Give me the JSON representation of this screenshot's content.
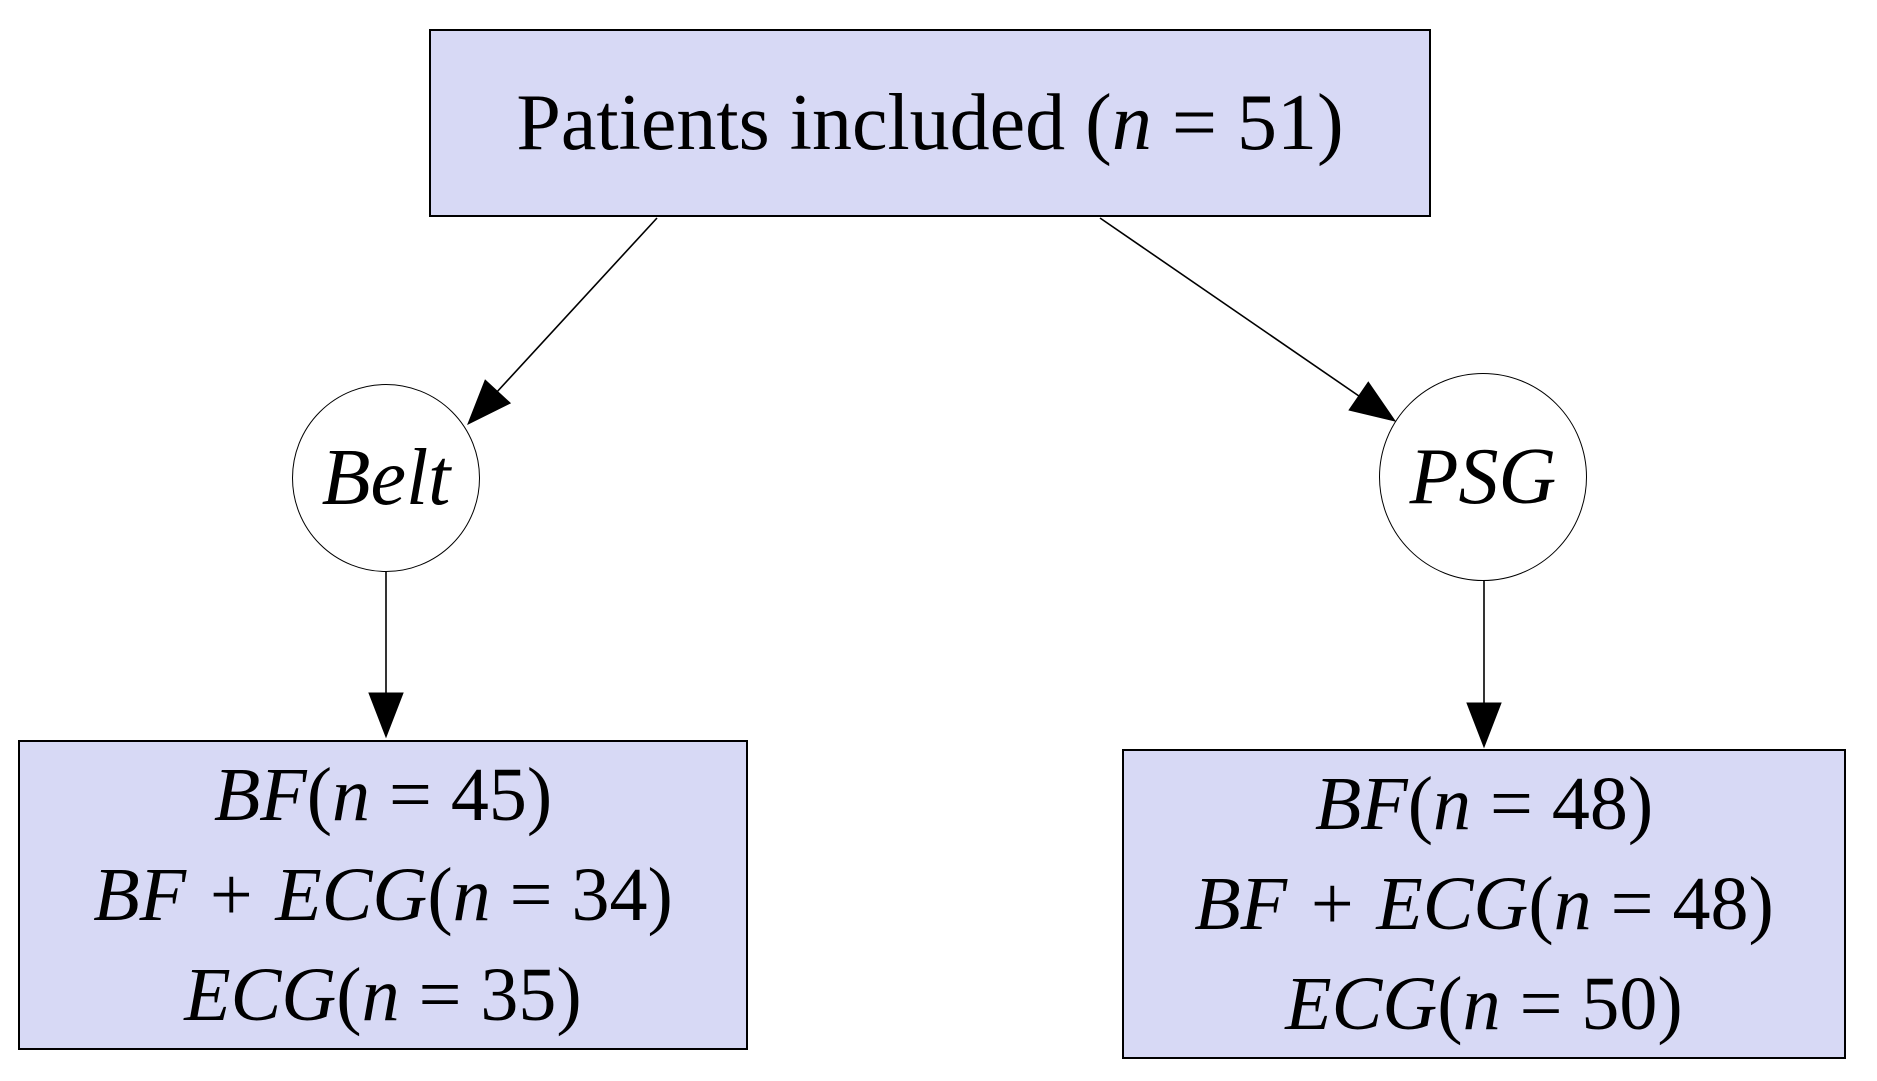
{
  "colors": {
    "box_fill": "#d7d9f5",
    "stroke": "#000000"
  },
  "diagram": {
    "top_box": {
      "parts": [
        {
          "t": "Patients included (",
          "i": false
        },
        {
          "t": "n",
          "i": true
        },
        {
          "t": " = 51)",
          "i": false
        }
      ]
    },
    "belt_node": {
      "label": "Belt"
    },
    "psg_node": {
      "label": "PSG"
    },
    "belt_box": {
      "lines": [
        [
          {
            "t": "BF",
            "i": true
          },
          {
            "t": "(",
            "i": false
          },
          {
            "t": "n",
            "i": true
          },
          {
            "t": " = 45)",
            "i": false
          }
        ],
        [
          {
            "t": "BF + ECG",
            "i": true
          },
          {
            "t": "(",
            "i": false
          },
          {
            "t": "n",
            "i": true
          },
          {
            "t": " = 34)",
            "i": false
          }
        ],
        [
          {
            "t": "ECG",
            "i": true
          },
          {
            "t": "(",
            "i": false
          },
          {
            "t": "n",
            "i": true
          },
          {
            "t": " = 35)",
            "i": false
          }
        ]
      ]
    },
    "psg_box": {
      "lines": [
        [
          {
            "t": "BF",
            "i": true
          },
          {
            "t": "(",
            "i": false
          },
          {
            "t": "n",
            "i": true
          },
          {
            "t": " = 48)",
            "i": false
          }
        ],
        [
          {
            "t": "BF + ECG",
            "i": true
          },
          {
            "t": "(",
            "i": false
          },
          {
            "t": "n",
            "i": true
          },
          {
            "t": " = 48)",
            "i": false
          }
        ],
        [
          {
            "t": "ECG",
            "i": true
          },
          {
            "t": "(",
            "i": false
          },
          {
            "t": "n",
            "i": true
          },
          {
            "t": " = 50)",
            "i": false
          }
        ]
      ]
    }
  }
}
